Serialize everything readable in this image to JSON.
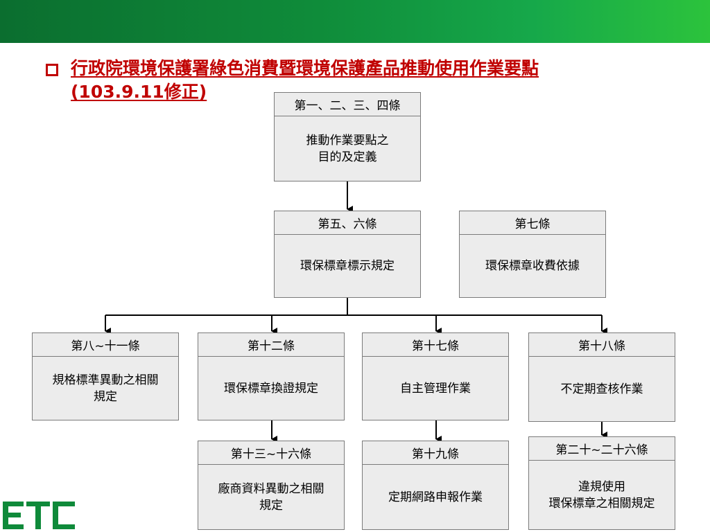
{
  "slide": {
    "title_line1": "行政院環境保護署綠色消費暨環境保護產品推動使用作業要點",
    "title_line2": "(103.9.11修正)",
    "bullet_icon": "hollow-square-bullet-icon",
    "title_color": "#c00000",
    "header_bar_colors": [
      "#0b6e2f",
      "#2cc33c"
    ]
  },
  "boxes": {
    "art_1_4": {
      "header": "第一、二、三、四條",
      "body": "推動作業要點之\n目的及定義"
    },
    "art_5_6": {
      "header": "第五、六條",
      "body": "環保標章標示規定"
    },
    "art_7": {
      "header": "第七條",
      "body": "環保標章收費依據"
    },
    "art_8_11": {
      "header": "第八~十一條",
      "body": "規格標準異動之相關\n規定"
    },
    "art_12": {
      "header": "第十二條",
      "body": "環保標章換證規定"
    },
    "art_17": {
      "header": "第十七條",
      "body": "自主管理作業"
    },
    "art_18": {
      "header": "第十八條",
      "body": "不定期查核作業"
    },
    "art_13_16": {
      "header": "第十三~十六條",
      "body": "廠商資料異動之相關\n規定"
    },
    "art_19": {
      "header": "第十九條",
      "body": "定期網路申報作業"
    },
    "art_20_26": {
      "header": "第二十~二十六條",
      "body": "違規使用\n環保標章之相關規定"
    }
  },
  "logo": {
    "text": "ETC",
    "color": "#0f8a3a"
  }
}
